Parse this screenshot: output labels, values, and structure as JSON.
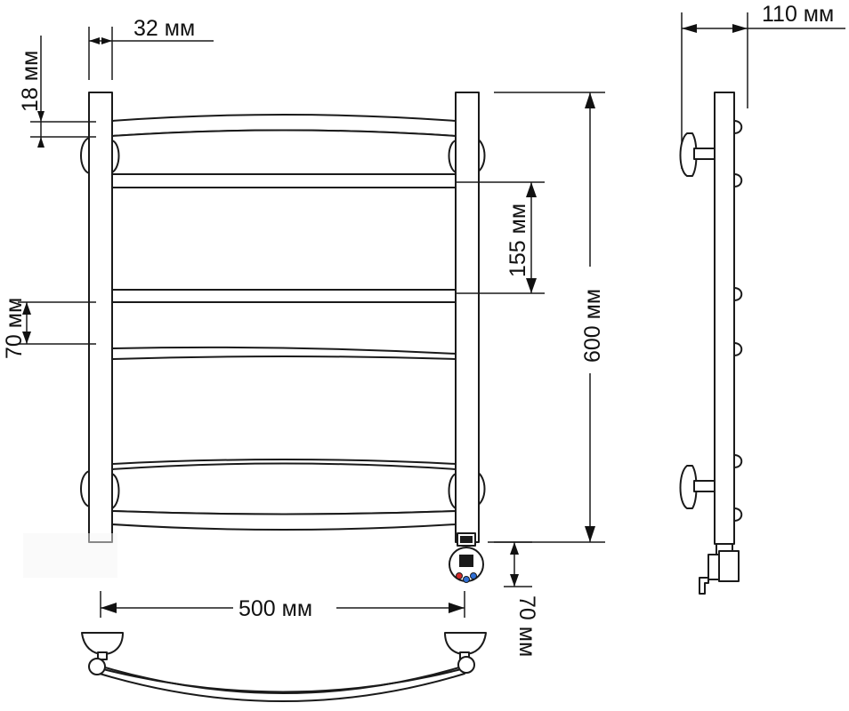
{
  "colors": {
    "line": "#1a1a1a",
    "text": "#111111",
    "background": "#ffffff",
    "knob_red": "#d42a2a",
    "knob_blue": "#2f6fd6"
  },
  "dimensions": {
    "tube_width": "32 мм",
    "wall_distance": "110 мм",
    "tube_offset": "18 мм",
    "rung_spacing": "155 мм",
    "total_height": "600 мм",
    "rung_gap": "70 мм",
    "total_width": "500 мм",
    "heater_height": "70 мм"
  },
  "icons": {
    "heater": "thermostat-heater-icon",
    "mount": "wall-mount-bracket-icon"
  }
}
